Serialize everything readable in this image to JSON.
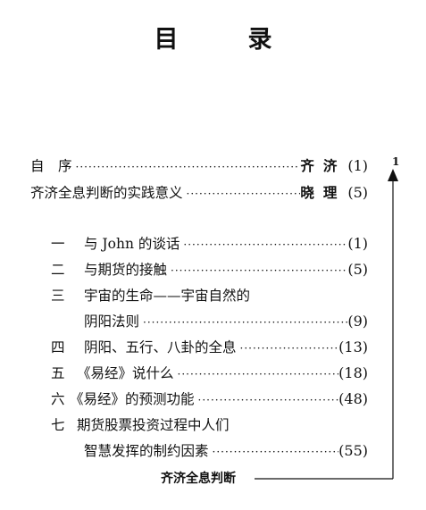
{
  "title": [
    "目",
    "录"
  ],
  "front": [
    {
      "label": "自　序",
      "author": "齐济",
      "page": "(1)"
    },
    {
      "label": "齐济全息判断的实践意义",
      "author": "晓理",
      "page": "(5)"
    }
  ],
  "chapters": [
    {
      "num": "一",
      "lines": [
        "与 John 的谈话"
      ],
      "page": "(1)"
    },
    {
      "num": "二",
      "lines": [
        "与期货的接触"
      ],
      "page": "(5)"
    },
    {
      "num": "三",
      "lines": [
        "宇宙的生命——宇宙自然的",
        "阴阳法则"
      ],
      "page": "(9)"
    },
    {
      "num": "四",
      "lines": [
        "阴阳、五行、八卦的全息"
      ],
      "page": "(13)"
    },
    {
      "num": "五",
      "lines": [
        "《易经》说什么"
      ],
      "page": "(18)"
    },
    {
      "num": "六",
      "lines": [
        "《易经》的预测功能"
      ],
      "page": "(48)"
    },
    {
      "num": "七",
      "lines": [
        "期货股票投资过程中人们",
        "智慧发挥的制约因素"
      ],
      "page": "(55)"
    }
  ],
  "annotation": {
    "number": "1",
    "label": "齐济全息判断"
  },
  "dots": "······································································"
}
